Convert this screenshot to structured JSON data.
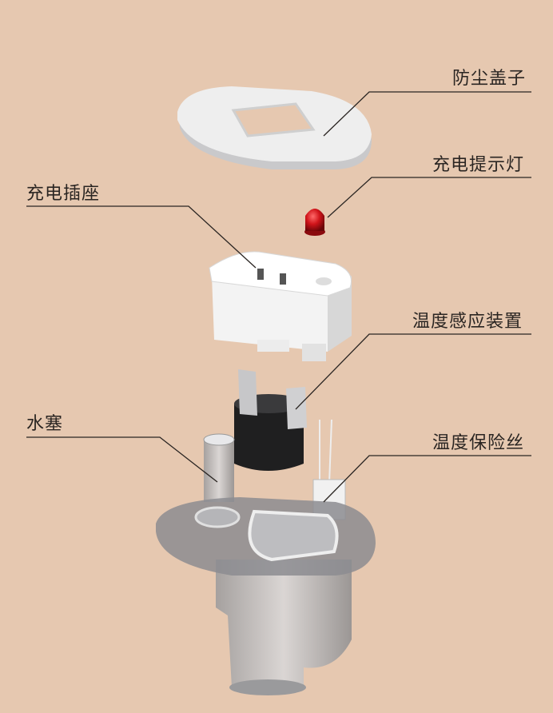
{
  "labels": {
    "dust_cover": "防尘盖子",
    "charge_indicator": "充电提示灯",
    "charge_socket": "充电插座",
    "temp_sensor": "温度感应装置",
    "water_plug": "水塞",
    "thermal_fuse": "温度保险丝"
  },
  "colors": {
    "background": "#e6c8b0",
    "leader_line": "#2a2522",
    "led": "#d0141a"
  }
}
